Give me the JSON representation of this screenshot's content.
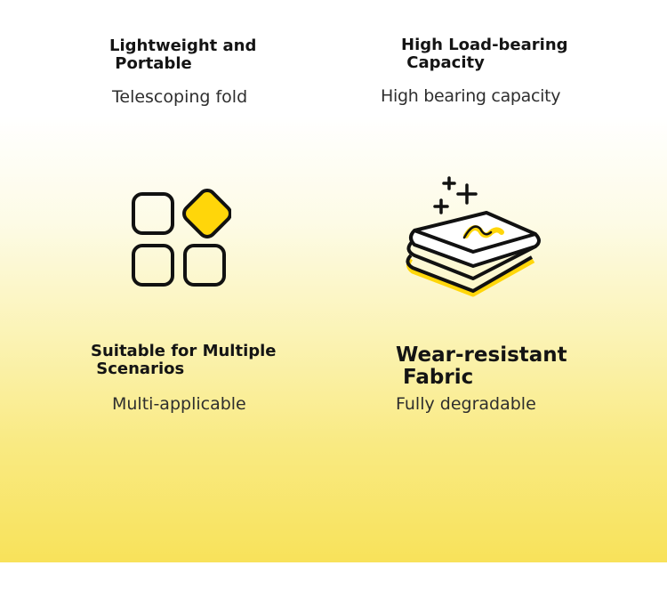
{
  "features": [
    {
      "title": "Lightweight and\n Portable",
      "description": "Telescoping fold"
    },
    {
      "title": "High Load-bearing\n Capacity",
      "description": "High bearing capacity"
    },
    {
      "title": "Suitable for Multiple\n Scenarios",
      "description": "Multi-applicable"
    },
    {
      "title": "Wear-resistant\n Fabric",
      "description": "Fully degradable"
    }
  ],
  "icons": [
    "app-grid-icon",
    "folded-fabric-icon"
  ],
  "colors": {
    "accent": "#FFD60A",
    "stroke": "#111111"
  }
}
